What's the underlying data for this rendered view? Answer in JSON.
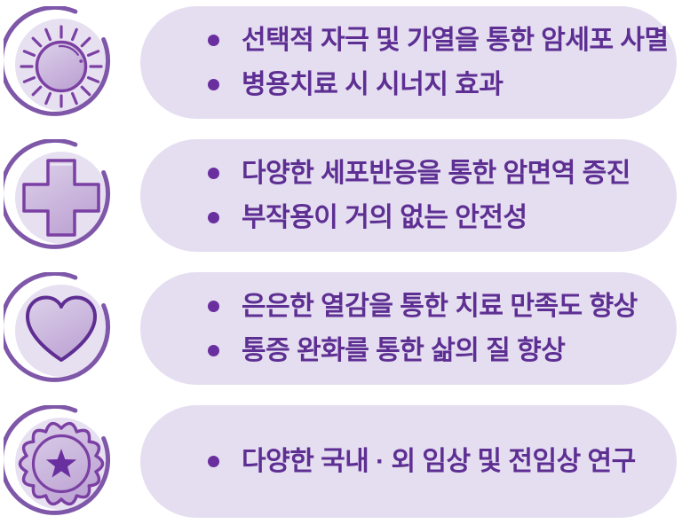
{
  "theme": {
    "card_bg": "#e5def0",
    "text_color": "#5e2f93",
    "bullet_color": "#6a2f9f",
    "icon_stroke": "#7b40a3",
    "ring_color": "#7f57a9",
    "icon_fill_light": "#dccfe9",
    "icon_fill_dark": "#c0a7d6"
  },
  "rows": [
    {
      "icon": "sun-icon",
      "bullets": [
        "선택적 자극 및 가열을 통한 암세포 사멸",
        "병용치료 시 시너지 효과"
      ]
    },
    {
      "icon": "medical-cross-icon",
      "bullets": [
        "다양한 세포반응을 통한 암면역 증진",
        "부작용이 거의 없는 안전성"
      ]
    },
    {
      "icon": "heart-icon",
      "bullets": [
        "은은한 열감을 통한 치료 만족도 향상",
        "통증 완화를 통한 삶의 질 향상"
      ]
    },
    {
      "icon": "award-badge-icon",
      "bullets": [
        "다양한 국내 · 외 임상 및 전임상 연구"
      ]
    }
  ]
}
